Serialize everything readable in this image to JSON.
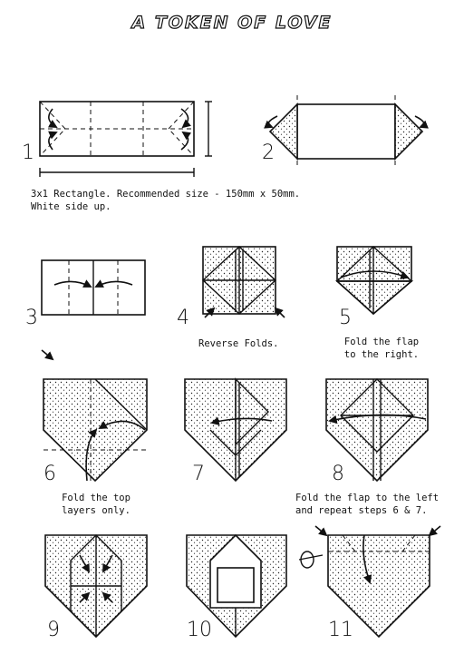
{
  "title": "A TOKEN OF LOVE",
  "steps": [
    {
      "number": "1",
      "icon": "rectangle-fold-icon"
    },
    {
      "number": "2",
      "icon": "triangle-ends-icon"
    },
    {
      "number": "3",
      "icon": "fold-to-center-icon"
    },
    {
      "number": "4",
      "icon": "square-base-icon"
    },
    {
      "number": "5",
      "icon": "flap-fold-icon"
    },
    {
      "number": "6",
      "icon": "pentagon-fold-icon"
    },
    {
      "number": "7",
      "icon": "pentagon-fold-icon"
    },
    {
      "number": "8",
      "icon": "pentagon-fold-icon"
    },
    {
      "number": "9",
      "icon": "pentagon-windows-icon"
    },
    {
      "number": "10",
      "icon": "pentagon-window-icon"
    },
    {
      "number": "11",
      "icon": "turn-over-icon"
    }
  ],
  "captions": {
    "step1_line1": "3x1 Rectangle. Recommended size - 150mm x 50mm.",
    "step1_line2": "White side up.",
    "step4": "Reverse Folds.",
    "step5_line1": "Fold the flap",
    "step5_line2": "to the right.",
    "step6_line1": "Fold the top",
    "step6_line2": "layers only.",
    "step8_line1": "Fold the flap to the left",
    "step8_line2": "and repeat steps 6 & 7."
  },
  "colors": {
    "ink": "#111111",
    "paper": "#ffffff"
  }
}
